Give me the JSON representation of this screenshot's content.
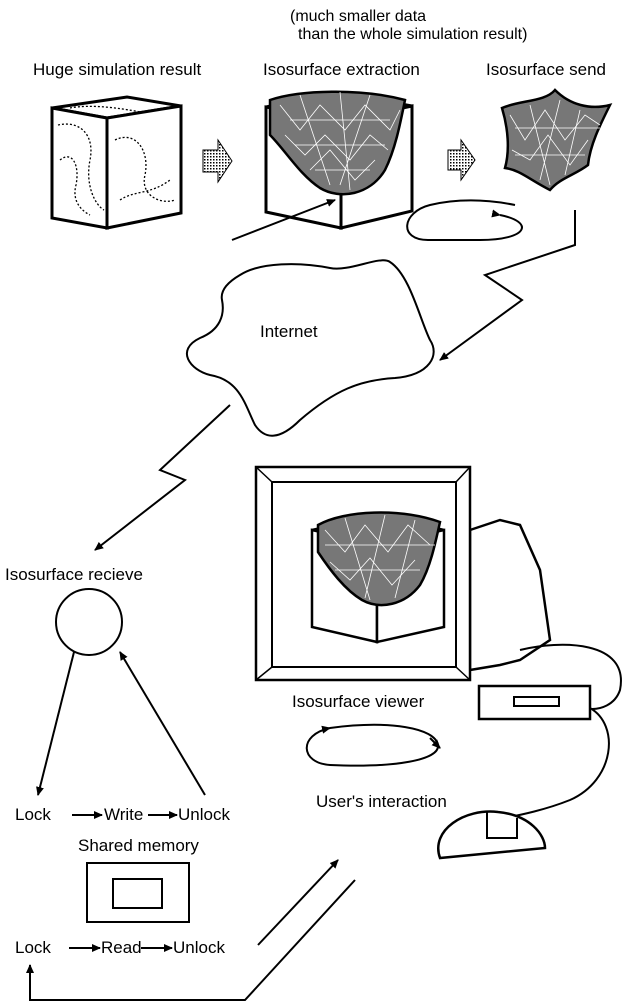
{
  "labels": {
    "note_line1": "(much smaller data",
    "note_line2": "than the whole simulation result)",
    "huge_simulation": "Huge simulation result",
    "isosurface_extraction": "Isosurface extraction",
    "isosurface_send": "Isosurface send",
    "internet": "Internet",
    "isosurface_receive": "Isosurface recieve",
    "isosurface_viewer": "Isosurface viewer",
    "users_interaction": "User's interaction",
    "shared_memory": "Shared memory",
    "lock_1": "Lock",
    "write": "Write",
    "unlock_1": "Unlock",
    "lock_2": "Lock",
    "read": "Read",
    "unlock_2": "Unlock"
  }
}
